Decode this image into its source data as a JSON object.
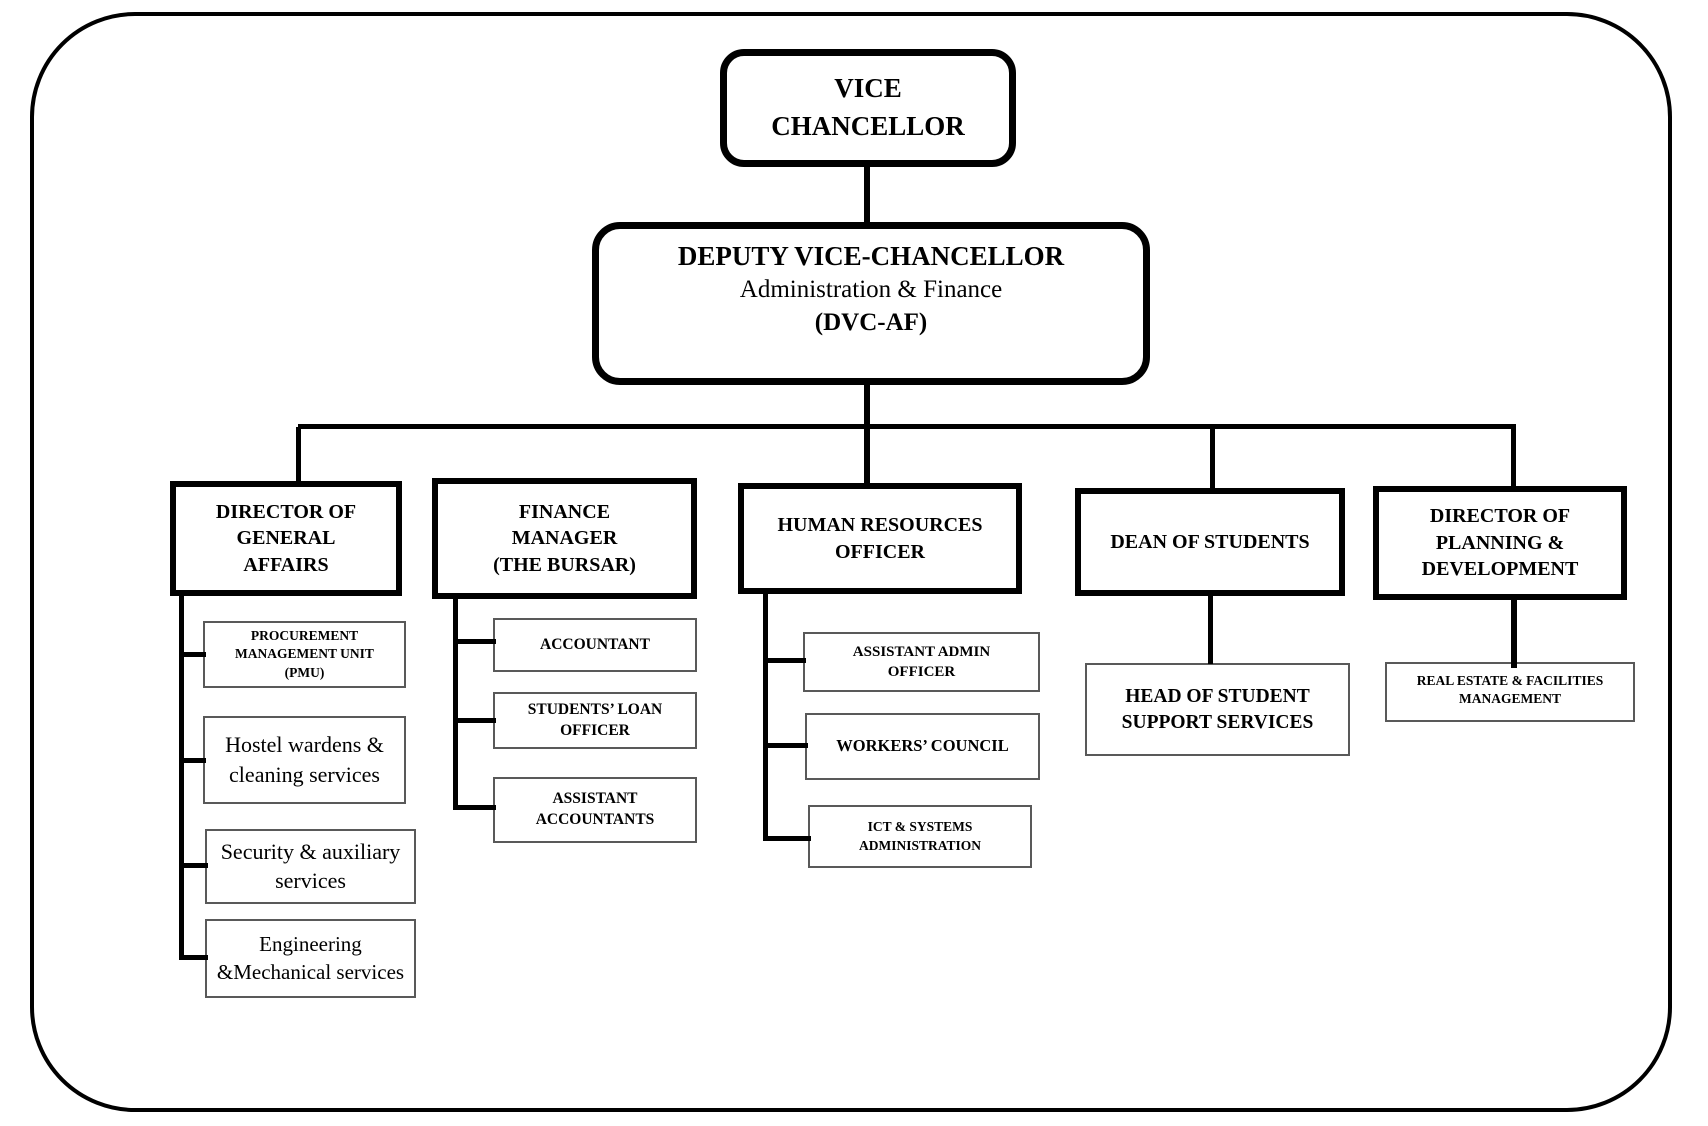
{
  "diagram": {
    "type": "org-chart",
    "colors": {
      "background": "#ffffff",
      "text": "#000000",
      "connector_line": "#000000",
      "thick_border": "#000000",
      "thin_border": "#595959"
    }
  },
  "org": {
    "vc": {
      "label": "VICE\nCHANCELLOR",
      "reports_to": null
    },
    "dvc": {
      "title_line": "DEPUTY VICE-CHANCELLOR",
      "subtitle_line": "Administration & Finance",
      "abbrev_line": "(DVC-AF)",
      "reports_to": "vc"
    },
    "director_general_affairs": {
      "label": "DIRECTOR OF\nGENERAL\nAFFAIRS",
      "reports_to": "dvc"
    },
    "finance_manager": {
      "label": "FINANCE\nMANAGER\n(THE BURSAR)",
      "reports_to": "dvc"
    },
    "hr_officer": {
      "label": "HUMAN RESOURCES\nOFFICER",
      "reports_to": "dvc"
    },
    "dean_of_students": {
      "label": "DEAN OF STUDENTS",
      "reports_to": "dvc"
    },
    "director_planning": {
      "label": "DIRECTOR OF\nPLANNING &\nDEVELOPMENT",
      "reports_to": "dvc"
    },
    "pmu": {
      "label": "PROCUREMENT\nMANAGEMENT UNIT\n(PMU)",
      "reports_to": "director_general_affairs"
    },
    "hostel_wardens": {
      "label": "Hostel wardens &\ncleaning services",
      "reports_to": "director_general_affairs"
    },
    "security_auxiliary": {
      "label": "Security & auxiliary\nservices",
      "reports_to": "director_general_affairs"
    },
    "engineering_mechanical": {
      "label": "Engineering\n&Mechanical services",
      "reports_to": "director_general_affairs"
    },
    "accountant": {
      "label": "ACCOUNTANT",
      "reports_to": "finance_manager"
    },
    "students_loan_officer": {
      "label": "STUDENTS’ LOAN\nOFFICER",
      "reports_to": "finance_manager"
    },
    "assistant_accountants": {
      "label": "ASSISTANT\nACCOUNTANTS",
      "reports_to": "finance_manager"
    },
    "assistant_admin_officer": {
      "label": "ASSISTANT ADMIN\nOFFICER",
      "reports_to": "hr_officer"
    },
    "workers_council": {
      "label": "WORKERS’ COUNCIL",
      "reports_to": "hr_officer"
    },
    "ict_systems_admin": {
      "label": "ICT & SYSTEMS\nADMINISTRATION",
      "reports_to": "hr_officer"
    },
    "head_student_support": {
      "label": "HEAD OF STUDENT\nSUPPORT SERVICES",
      "reports_to": "dean_of_students"
    },
    "real_estate_facilities": {
      "label": "REAL ESTATE & FACILITIES\nMANAGEMENT",
      "reports_to": "director_planning"
    }
  }
}
